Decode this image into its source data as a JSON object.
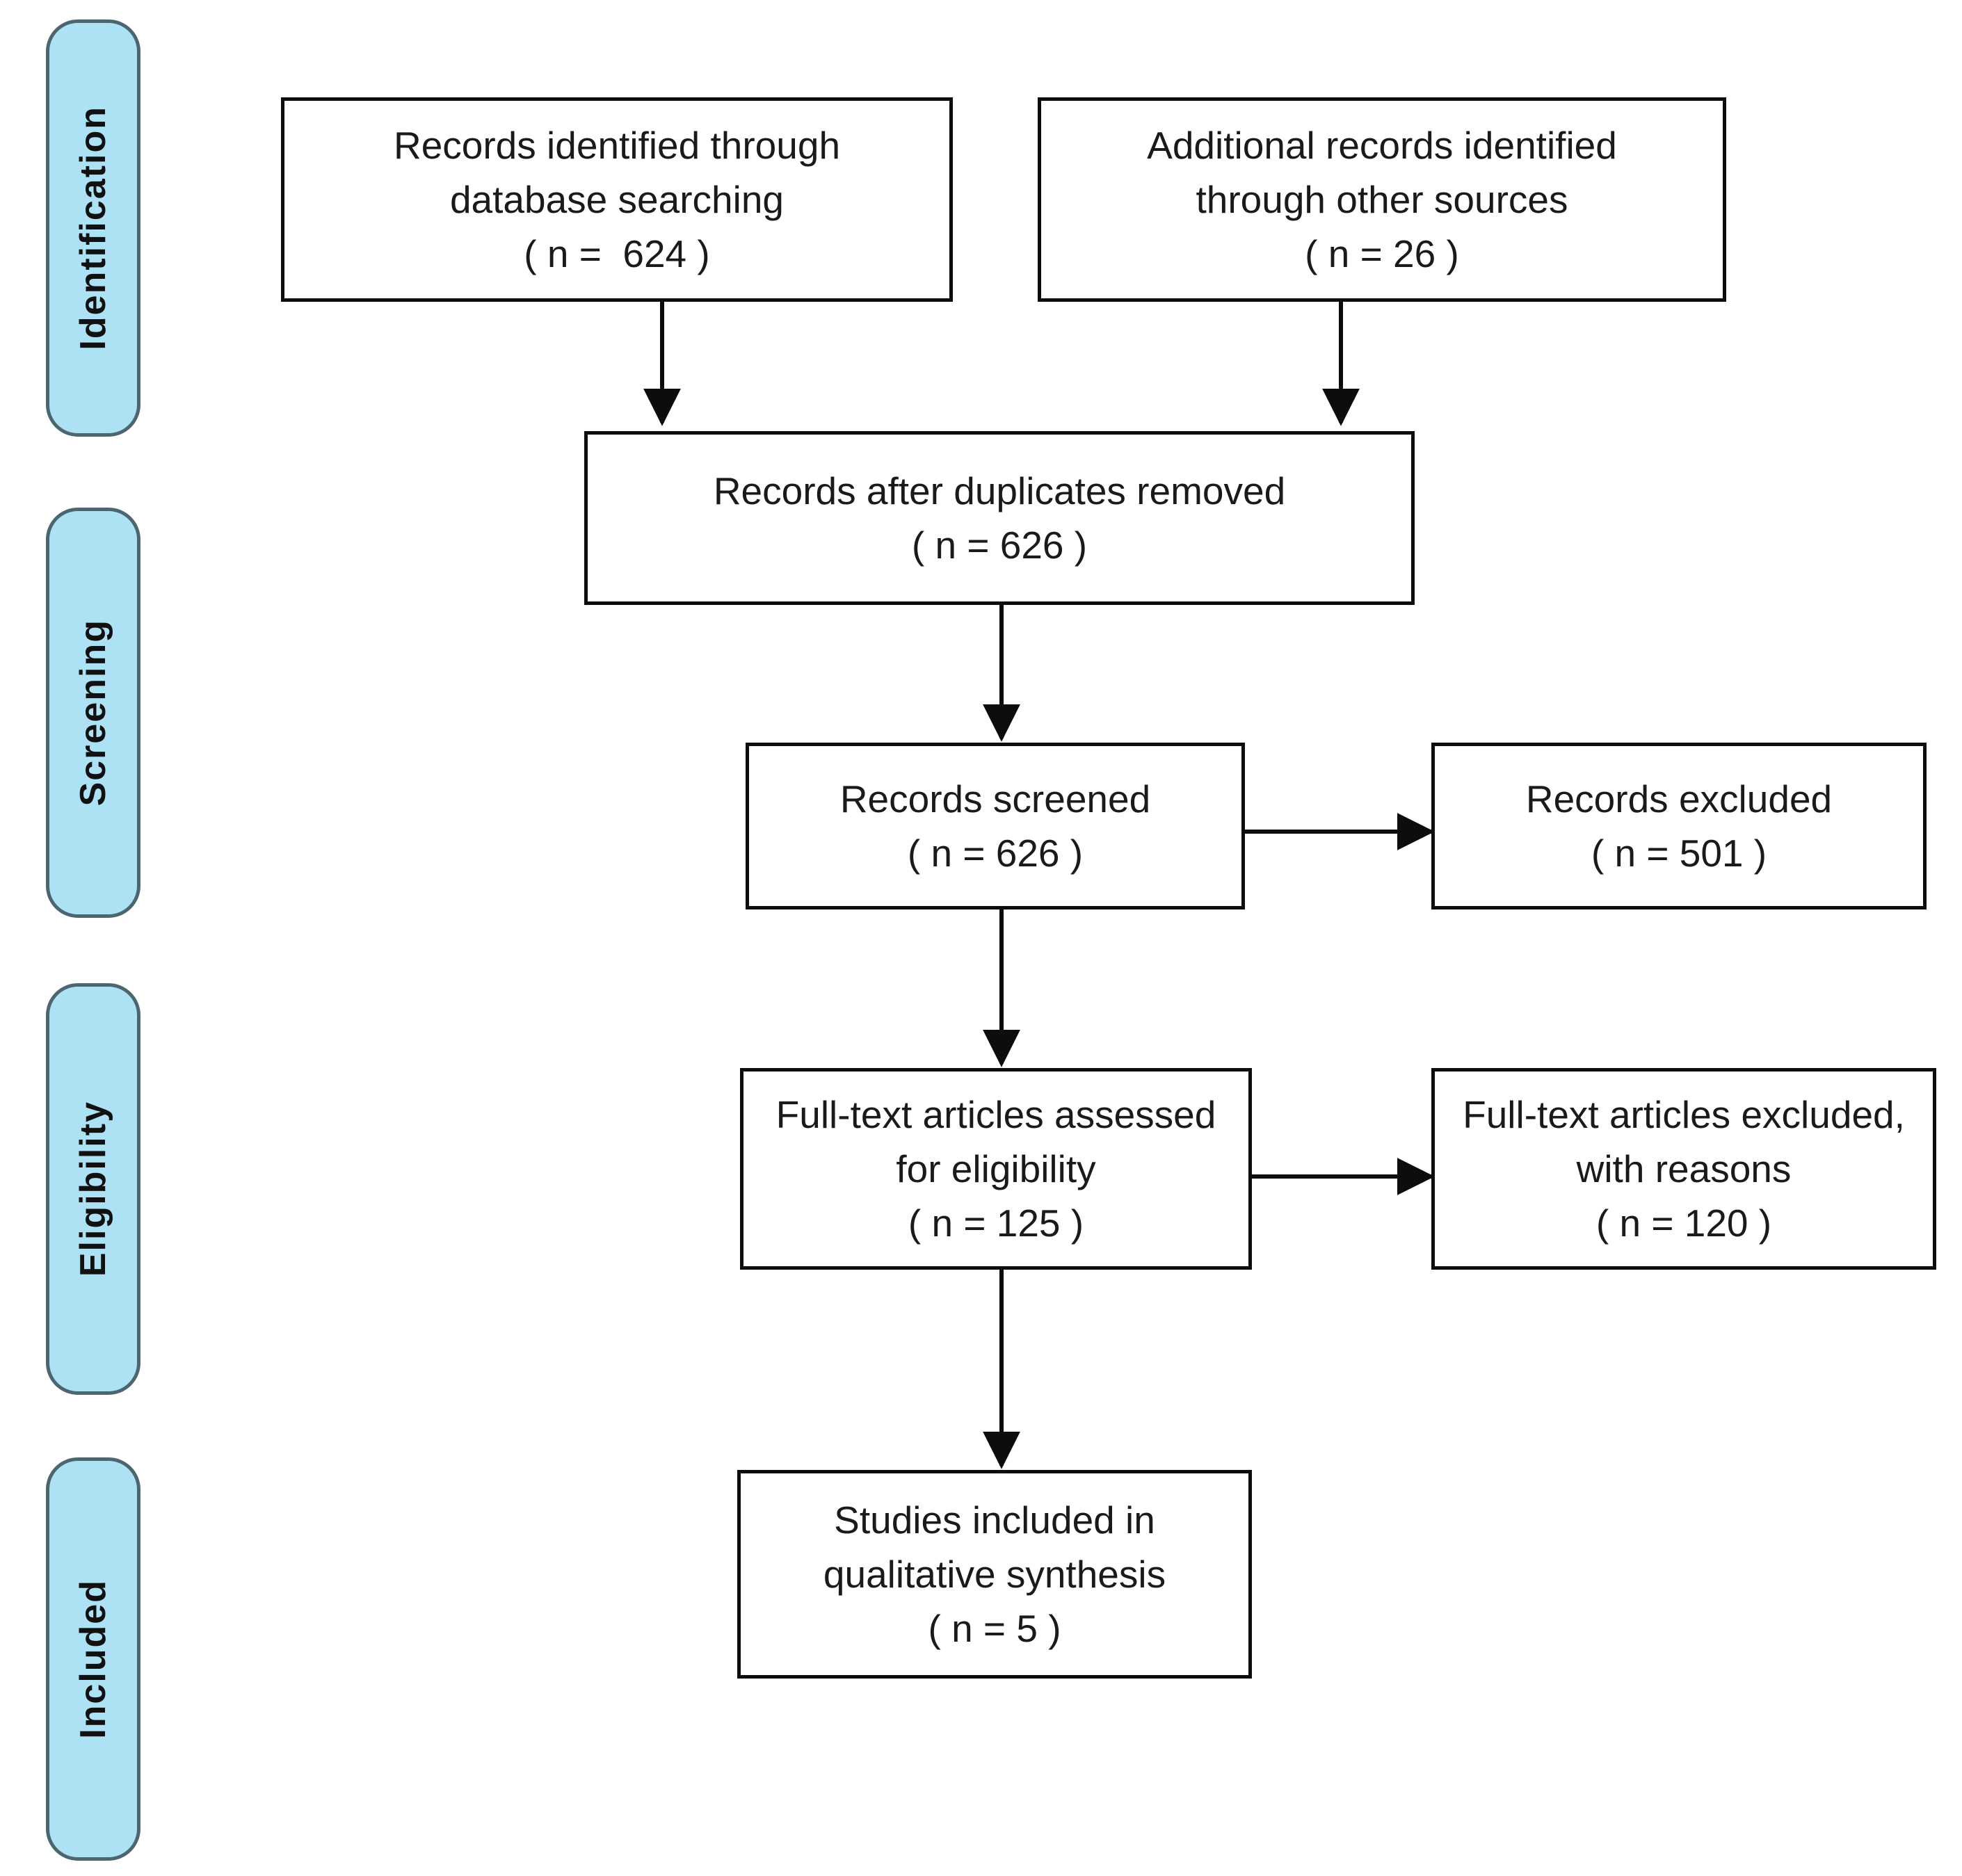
{
  "diagram": {
    "type": "prisma-flow-diagram",
    "colors": {
      "stage_fill": "#ADE2F5",
      "stage_border": "#4C6670",
      "box_border": "#0D0D0D",
      "box_fill": "#FFFFFF",
      "text": "#1A1A1A",
      "background": "#FFFFFF"
    },
    "stages": [
      {
        "id": "identification",
        "label": "Identification"
      },
      {
        "id": "screening",
        "label": "Screening"
      },
      {
        "id": "eligibility",
        "label": "Eligibility"
      },
      {
        "id": "included",
        "label": "Included"
      }
    ],
    "boxes": [
      {
        "id": "records-identified-database",
        "stage": "identification",
        "lines": [
          "Records identified through",
          "database searching",
          "( n =  624 )"
        ],
        "n": 624
      },
      {
        "id": "additional-records-other-sources",
        "stage": "identification",
        "lines": [
          "Additional records identified",
          "through other sources",
          "( n = 26 )"
        ],
        "n": 26
      },
      {
        "id": "records-after-duplicates-removed",
        "stage": "screening",
        "lines": [
          "Records after duplicates removed",
          "( n = 626 )"
        ],
        "n": 626
      },
      {
        "id": "records-screened",
        "stage": "screening",
        "lines": [
          "Records screened",
          "( n = 626 )"
        ],
        "n": 626
      },
      {
        "id": "records-excluded",
        "stage": "screening",
        "lines": [
          "Records excluded",
          "( n = 501 )"
        ],
        "n": 501
      },
      {
        "id": "full-text-assessed",
        "stage": "eligibility",
        "lines": [
          "Full-text articles assessed",
          "for eligibility",
          "( n = 125 )"
        ],
        "n": 125
      },
      {
        "id": "full-text-excluded",
        "stage": "eligibility",
        "lines": [
          "Full-text articles excluded,",
          "with reasons",
          "( n = 120 )"
        ],
        "n": 120
      },
      {
        "id": "studies-included-qualitative",
        "stage": "included",
        "lines": [
          "Studies included in",
          "qualitative synthesis",
          "( n = 5 )"
        ],
        "n": 5
      }
    ],
    "connectors": [
      {
        "id": "db-to-dedup",
        "from": "records-identified-database",
        "to": "records-after-duplicates-removed",
        "direction": "down"
      },
      {
        "id": "other-to-dedup",
        "from": "additional-records-other-sources",
        "to": "records-after-duplicates-removed",
        "direction": "down"
      },
      {
        "id": "dedup-to-screened",
        "from": "records-after-duplicates-removed",
        "to": "records-screened",
        "direction": "down"
      },
      {
        "id": "screened-to-excluded",
        "from": "records-screened",
        "to": "records-excluded",
        "direction": "right"
      },
      {
        "id": "screened-to-fulltext",
        "from": "records-screened",
        "to": "full-text-assessed",
        "direction": "down"
      },
      {
        "id": "fulltext-to-excluded",
        "from": "full-text-assessed",
        "to": "full-text-excluded",
        "direction": "right"
      },
      {
        "id": "fulltext-to-included",
        "from": "full-text-assessed",
        "to": "studies-included-qualitative",
        "direction": "down"
      }
    ]
  }
}
